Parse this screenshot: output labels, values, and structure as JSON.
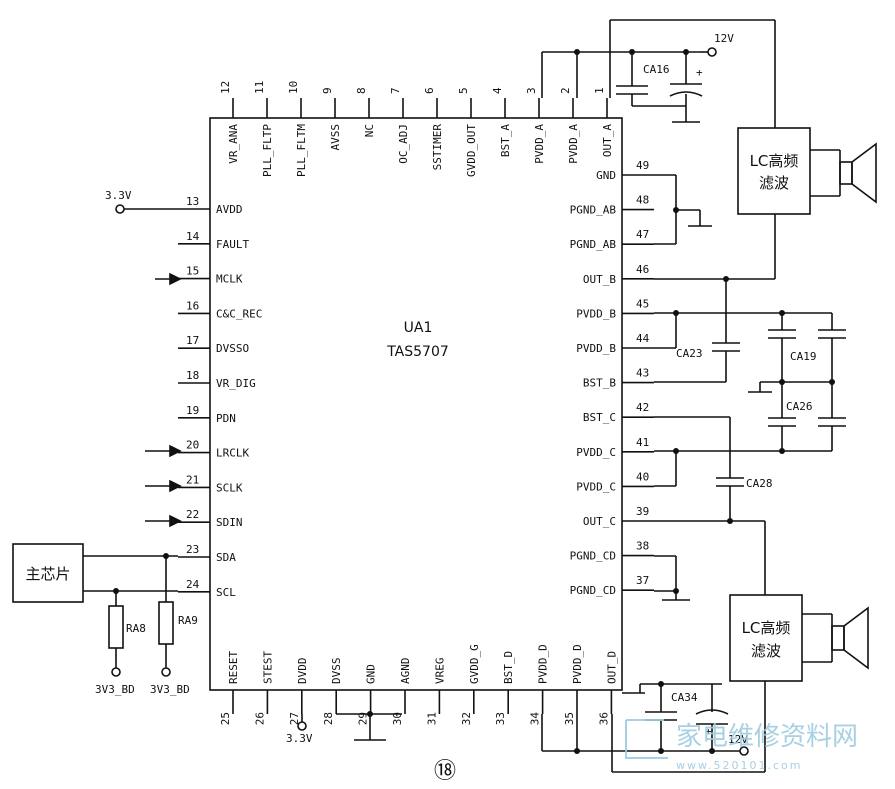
{
  "chip": {
    "ref": "UA1",
    "part": "TAS5707"
  },
  "figure_number": "⑱",
  "main_chip_label": "主芯片",
  "lc_filter_label_line1": "LC高频",
  "lc_filter_label_line2": "滤波",
  "top_pins": [
    {
      "num": "12",
      "name": "VR_ANA"
    },
    {
      "num": "11",
      "name": "PLL_FLTP"
    },
    {
      "num": "10",
      "name": "PLL_FLTM"
    },
    {
      "num": "9",
      "name": "AVSS"
    },
    {
      "num": "8",
      "name": "NC"
    },
    {
      "num": "7",
      "name": "OC_ADJ"
    },
    {
      "num": "6",
      "name": "SSTIMER"
    },
    {
      "num": "5",
      "name": "GVDD_OUT"
    },
    {
      "num": "4",
      "name": "BST_A"
    },
    {
      "num": "3",
      "name": "PVDD_A"
    },
    {
      "num": "2",
      "name": "PVDD_A"
    },
    {
      "num": "1",
      "name": "OUT_A"
    }
  ],
  "left_pins": [
    {
      "num": "13",
      "name": "AVDD"
    },
    {
      "num": "14",
      "name": "FAULT"
    },
    {
      "num": "15",
      "name": "MCLK"
    },
    {
      "num": "16",
      "name": "C&C_REC"
    },
    {
      "num": "17",
      "name": "DVSSO"
    },
    {
      "num": "18",
      "name": "VR_DIG"
    },
    {
      "num": "19",
      "name": "PDN"
    },
    {
      "num": "20",
      "name": "LRCLK"
    },
    {
      "num": "21",
      "name": "SCLK"
    },
    {
      "num": "22",
      "name": "SDIN"
    },
    {
      "num": "23",
      "name": "SDA"
    },
    {
      "num": "24",
      "name": "SCL"
    }
  ],
  "right_pins": [
    {
      "num": "49",
      "name": "GND"
    },
    {
      "num": "48",
      "name": "PGND_AB"
    },
    {
      "num": "47",
      "name": "PGND_AB"
    },
    {
      "num": "46",
      "name": "OUT_B"
    },
    {
      "num": "45",
      "name": "PVDD_B"
    },
    {
      "num": "44",
      "name": "PVDD_B"
    },
    {
      "num": "43",
      "name": "BST_B"
    },
    {
      "num": "42",
      "name": "BST_C"
    },
    {
      "num": "41",
      "name": "PVDD_C"
    },
    {
      "num": "40",
      "name": "PVDD_C"
    },
    {
      "num": "39",
      "name": "OUT_C"
    },
    {
      "num": "38",
      "name": "PGND_CD"
    },
    {
      "num": "37",
      "name": "PGND_CD"
    }
  ],
  "bottom_pins": [
    {
      "num": "25",
      "name": "RESET"
    },
    {
      "num": "26",
      "name": "STEST"
    },
    {
      "num": "27",
      "name": "DVDD"
    },
    {
      "num": "28",
      "name": "DVSS"
    },
    {
      "num": "29",
      "name": "GND"
    },
    {
      "num": "30",
      "name": "AGND"
    },
    {
      "num": "31",
      "name": "VREG"
    },
    {
      "num": "32",
      "name": "GVDD_G"
    },
    {
      "num": "33",
      "name": "BST_D"
    },
    {
      "num": "34",
      "name": "PVDD_D"
    },
    {
      "num": "35",
      "name": "PVDD_D"
    },
    {
      "num": "36",
      "name": "OUT_D"
    }
  ],
  "power_labels": {
    "avdd_supply": "3.3V",
    "dvdd_supply": "3.3V",
    "top_supply": "12V",
    "bottom_supply": "12V",
    "pullup_a": "3V3_BD",
    "pullup_b": "3V3_BD"
  },
  "components": {
    "ca16": "CA16",
    "ca23": "CA23",
    "ca19": "CA19",
    "ca26": "CA26",
    "ca28": "CA28",
    "ca34": "CA34",
    "ra8": "RA8",
    "ra9": "RA9",
    "plus": "+"
  },
  "watermark": {
    "text": "家电维修资料网",
    "url": "www.520101.com"
  }
}
